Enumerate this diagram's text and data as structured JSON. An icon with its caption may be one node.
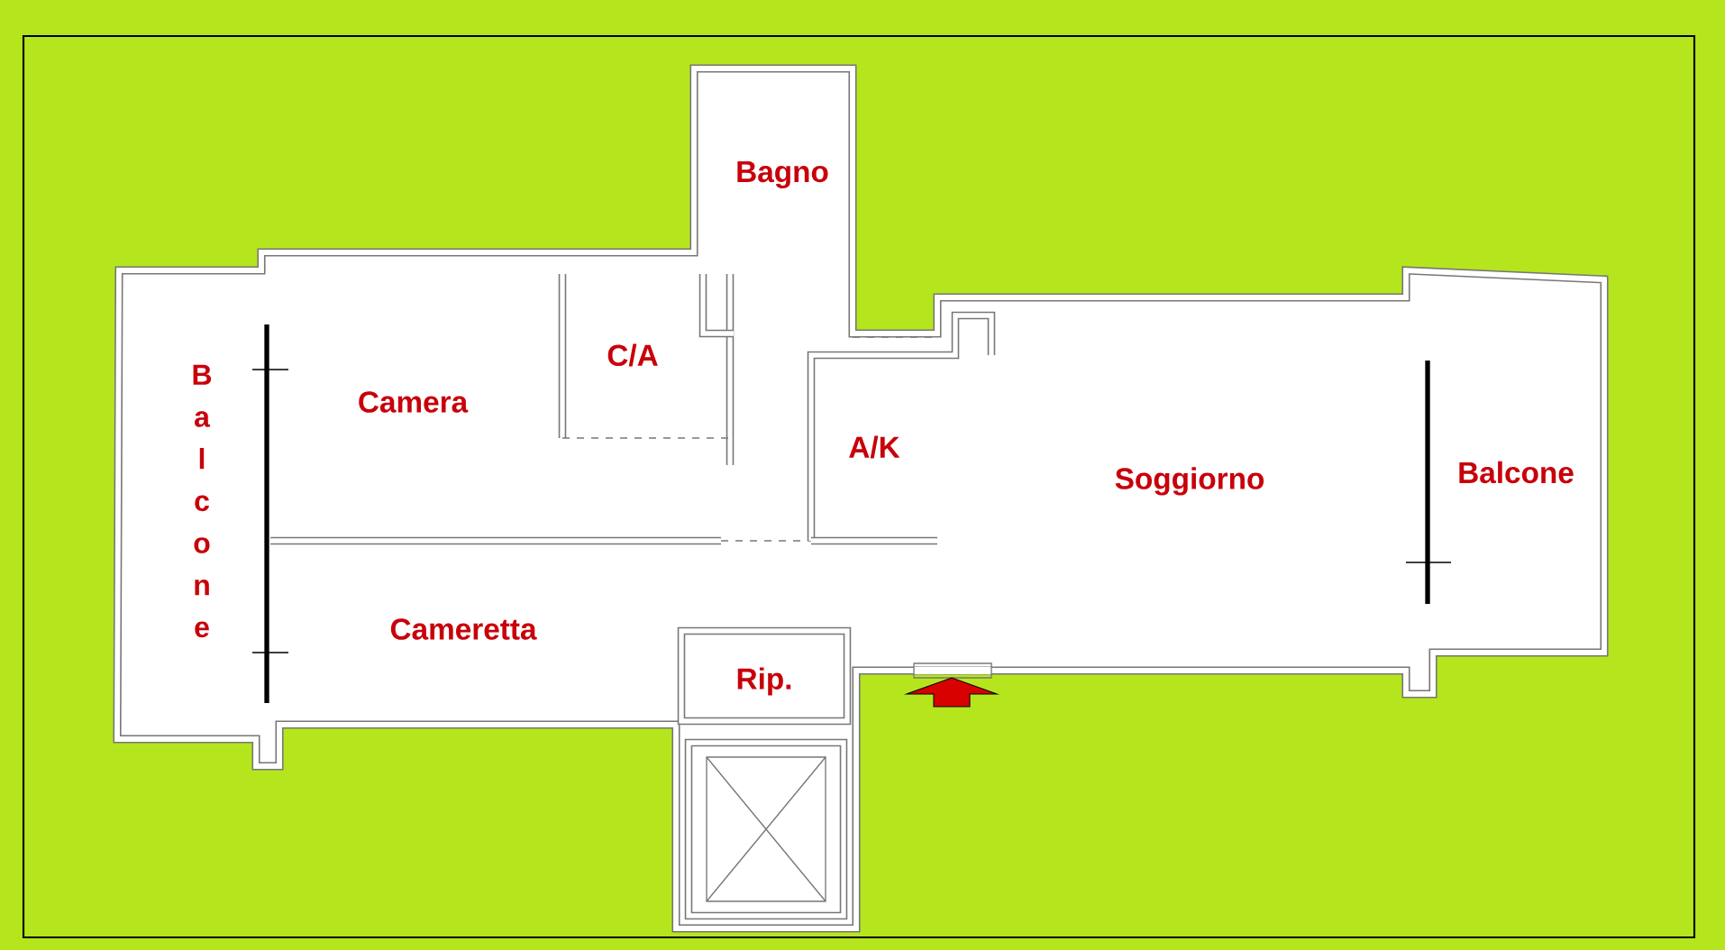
{
  "diagram": {
    "nodes": [
      {
        "text": [
          "Bagno"
        ]
      },
      {
        "text": [
          "Balcone"
        ]
      },
      {
        "text": [
          "Camera"
        ]
      },
      {
        "text": [
          "C/A"
        ]
      },
      {
        "text": [
          "A/K"
        ]
      },
      {
        "text": [
          "Soggiorno"
        ]
      },
      {
        "text": [
          "Balcone"
        ]
      },
      {
        "text": [
          "Cameretta"
        ]
      },
      {
        "text": [
          "Rip."
        ]
      }
    ]
  }
}
